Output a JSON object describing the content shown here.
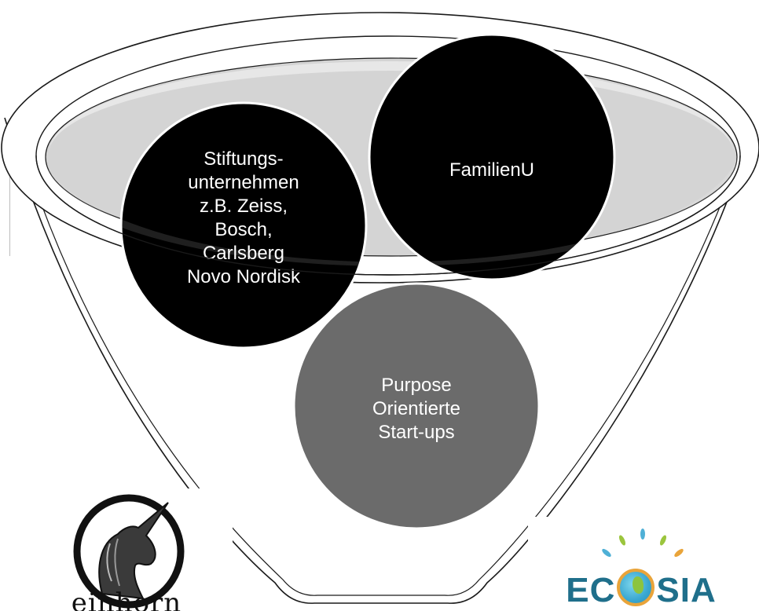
{
  "circles": [
    {
      "name": "stiftungs-circle",
      "lines": [
        "Stiftungs-",
        "unternehmen",
        "z.B. Zeiss,",
        "Bosch,",
        "Carlsberg",
        "Novo Nordisk"
      ]
    },
    {
      "name": "familien-circle",
      "lines": [
        "FamilienU"
      ]
    },
    {
      "name": "purpose-circle",
      "lines": [
        "Purpose",
        "Orientierte",
        "Start-ups"
      ]
    }
  ],
  "logos": {
    "einhorn": "einhorn",
    "ecosia_pre": "EC",
    "ecosia_post": "SIA"
  },
  "colors": {
    "circle_dark": "#000000",
    "circle_gray": "#6b6b6b",
    "funnel_inner": "#d4d4d4",
    "funnel_outline": "#1a1a1a"
  }
}
